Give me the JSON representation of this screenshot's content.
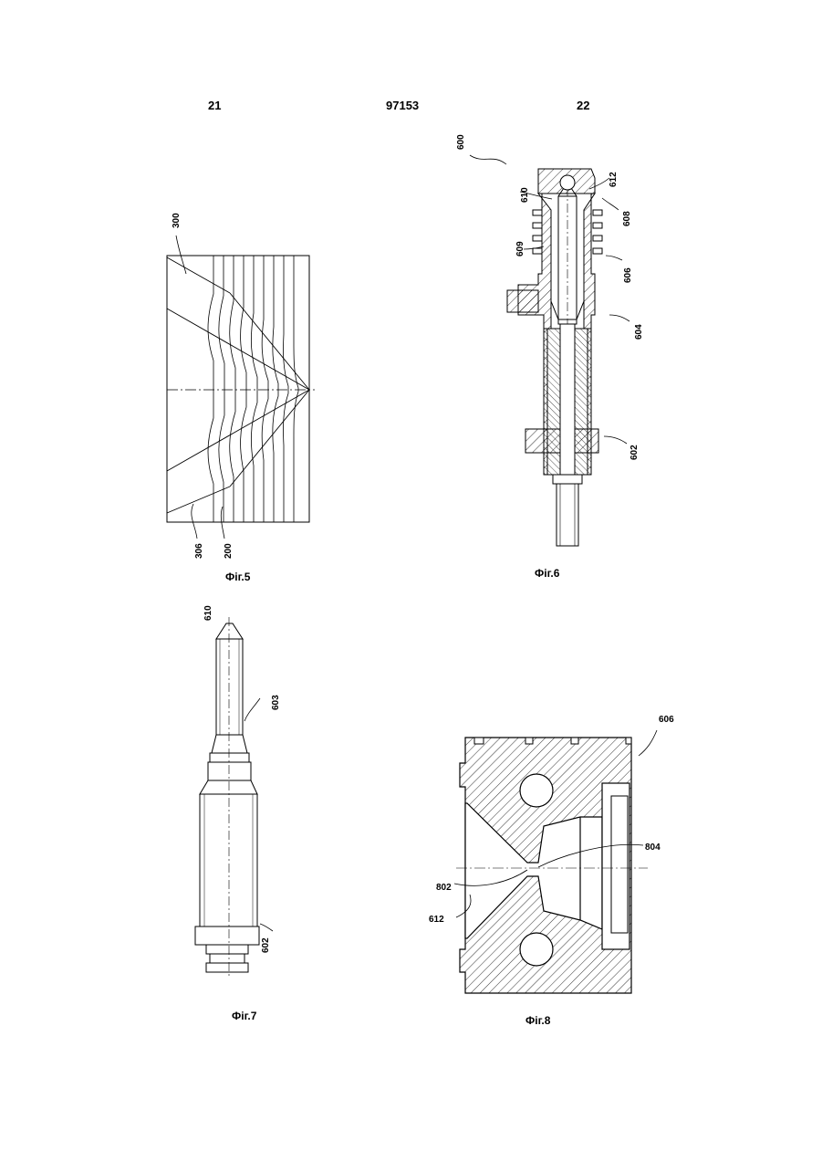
{
  "header": {
    "left_page": "21",
    "patent_number": "97153",
    "right_page": "22"
  },
  "figures": [
    {
      "caption": "Фіг.5",
      "labels": [
        "300",
        "306",
        "200"
      ]
    },
    {
      "caption": "Фіг.6",
      "labels": [
        "600",
        "610",
        "612",
        "608",
        "609",
        "606",
        "604",
        "602"
      ]
    },
    {
      "caption": "Фіг.7",
      "labels": [
        "610",
        "603",
        "602"
      ]
    },
    {
      "caption": "Фіг.8",
      "labels": [
        "606",
        "804",
        "802",
        "612"
      ]
    }
  ]
}
